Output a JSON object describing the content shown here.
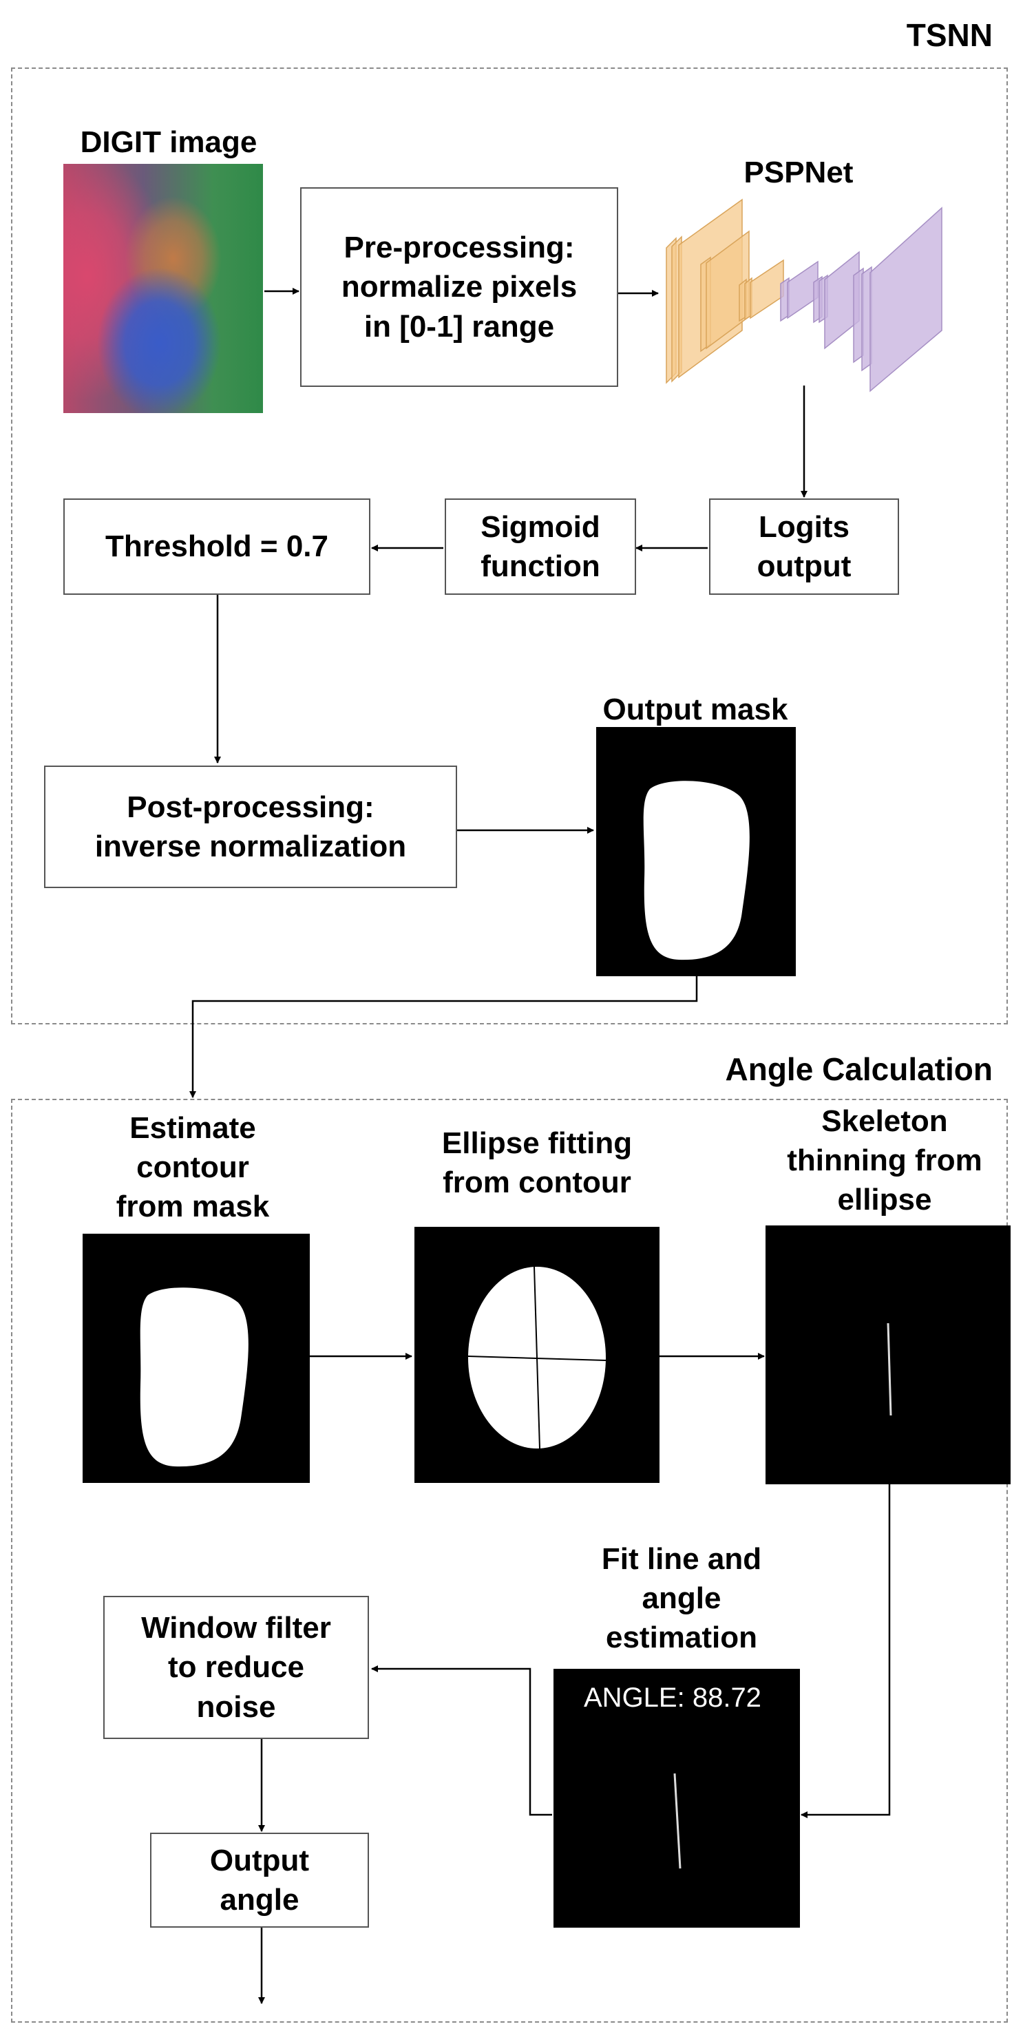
{
  "tsnn": {
    "title": "TSNN",
    "digit_label": "DIGIT image",
    "preprocess": "Pre-processing:\nnormalize pixels\nin [0-1] range",
    "pspnet_label": "PSPNet",
    "logits": "Logits\noutput",
    "sigmoid": "Sigmoid\nfunction",
    "threshold": "Threshold = 0.7",
    "postprocess": "Post-processing:\ninverse normalization",
    "output_mask_label": "Output mask"
  },
  "angle_calc": {
    "title": "Angle Calculation",
    "contour_label": "Estimate\ncontour\nfrom mask",
    "ellipse_label": "Ellipse fitting\nfrom contour",
    "skeleton_label": "Skeleton\nthinning from\nellipse",
    "fitline_label": "Fit line and\nangle\nestimation",
    "angle_readout": "ANGLE: 88.72",
    "window_filter": "Window filter\nto reduce\nnoise",
    "output_angle": "Output\nangle"
  },
  "colors": {
    "pspnet_encoder": "#f5c98c",
    "pspnet_decoder": "#c9b5e0",
    "frame_border": "#8a8a8a"
  }
}
